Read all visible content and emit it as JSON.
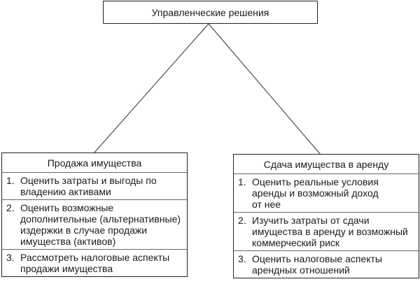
{
  "root": {
    "label": "Управленческие решения"
  },
  "branches": [
    {
      "title": "Продажа имущества",
      "items": [
        {
          "num": "1.",
          "text": "Оценить затраты и выгоды по владению активами"
        },
        {
          "num": "2.",
          "text": "Оценить возможные дополнительные (альтернативные) издержки в случае продажи имущества (активов)"
        },
        {
          "num": "3.",
          "text": "Рассмотреть налоговые аспекты продажи имущества"
        }
      ]
    },
    {
      "title": "Сдача имущества в аренду",
      "items": [
        {
          "num": "1.",
          "text": "Оценить реальные условия аренды и возможный доход от нее"
        },
        {
          "num": "2.",
          "text": "Изучить затраты от сдачи имущества в аренду и возможный коммерческий риск"
        },
        {
          "num": "3.",
          "text": "Оценить налоговые аспекты арендных отношений"
        }
      ]
    }
  ]
}
